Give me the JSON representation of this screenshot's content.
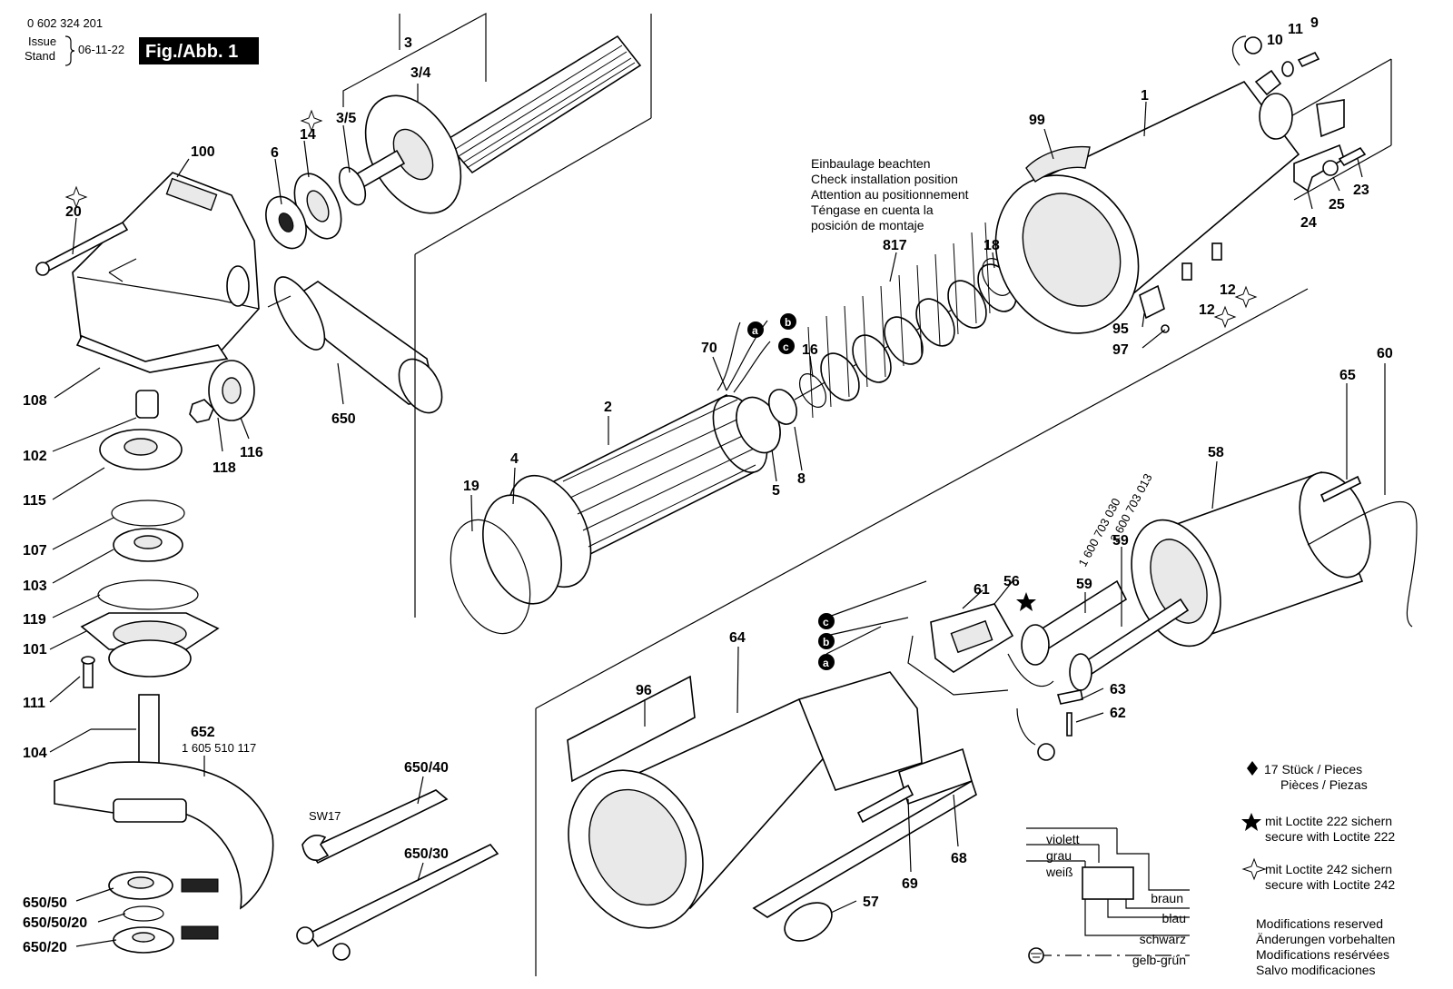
{
  "header": {
    "doc_number": "0 602 324 201",
    "issue_label": "Issue",
    "stand_label": "Stand",
    "date": "06-11-22",
    "fig_label": "Fig./Abb. 1"
  },
  "part_labels": {
    "p3": "3",
    "p3_4": "3/4",
    "p3_5": "3/5",
    "p14": "14",
    "p6": "6",
    "p100": "100",
    "p20": "20",
    "p108": "108",
    "p102": "102",
    "p118": "118",
    "p116": "116",
    "p650": "650",
    "p115": "115",
    "p107": "107",
    "p103": "103",
    "p119": "119",
    "p101": "101",
    "p111": "111",
    "p104": "104",
    "p652": "652",
    "p652_num": "1 605 510 117",
    "p650_50": "650/50",
    "p650_50_20": "650/50/20",
    "p650_20": "650/20",
    "p650_40": "650/40",
    "sw17": "SW17",
    "p650_30": "650/30",
    "p19": "19",
    "p4": "4",
    "p2": "2",
    "p70": "70",
    "p5": "5",
    "p8": "8",
    "p16": "16",
    "p817": "817",
    "p18": "18",
    "p99": "99",
    "p1": "1",
    "p10": "10",
    "p11": "11",
    "p9": "9",
    "p24": "24",
    "p25": "25",
    "p23": "23",
    "p95": "95",
    "p97": "97",
    "p12a": "12",
    "p12b": "12",
    "p65": "65",
    "p60": "60",
    "p58": "58",
    "p59a": "59",
    "p59b": "59",
    "p59_num1": "1 600 703 030",
    "p59_num2": "2 600 703 013",
    "p61": "61",
    "p56": "56",
    "p63": "63",
    "p62": "62",
    "p64": "64",
    "p96": "96",
    "p69": "69",
    "p68": "68",
    "p57": "57"
  },
  "wire_markers": {
    "a": "a",
    "b": "b",
    "c": "c"
  },
  "install_note": [
    "Einbaulage beachten",
    "Check installation position",
    "Attention au positionnement",
    "Téngase en cuenta la",
    "posición de montaje"
  ],
  "legend": {
    "pieces_1": "17 Stück / Pieces",
    "pieces_2": "Pièces / Piezas",
    "loctite222_1": "mit Loctite 222 sichern",
    "loctite222_2": "secure with Loctite 222",
    "loctite242_1": "mit Loctite 242 sichern",
    "loctite242_2": "secure with Loctite 242",
    "mods_1": "Modifications reserved",
    "mods_2": "Änderungen vorbehalten",
    "mods_3": "Modifications resérvées",
    "mods_4": "Salvo modificaciones"
  },
  "wiring": {
    "violett": "violett",
    "grau": "grau",
    "weiss": "weiß",
    "braun": "braun",
    "blau": "blau",
    "schwarz": "schwarz",
    "gelb_gruen": "gelb-grün"
  }
}
